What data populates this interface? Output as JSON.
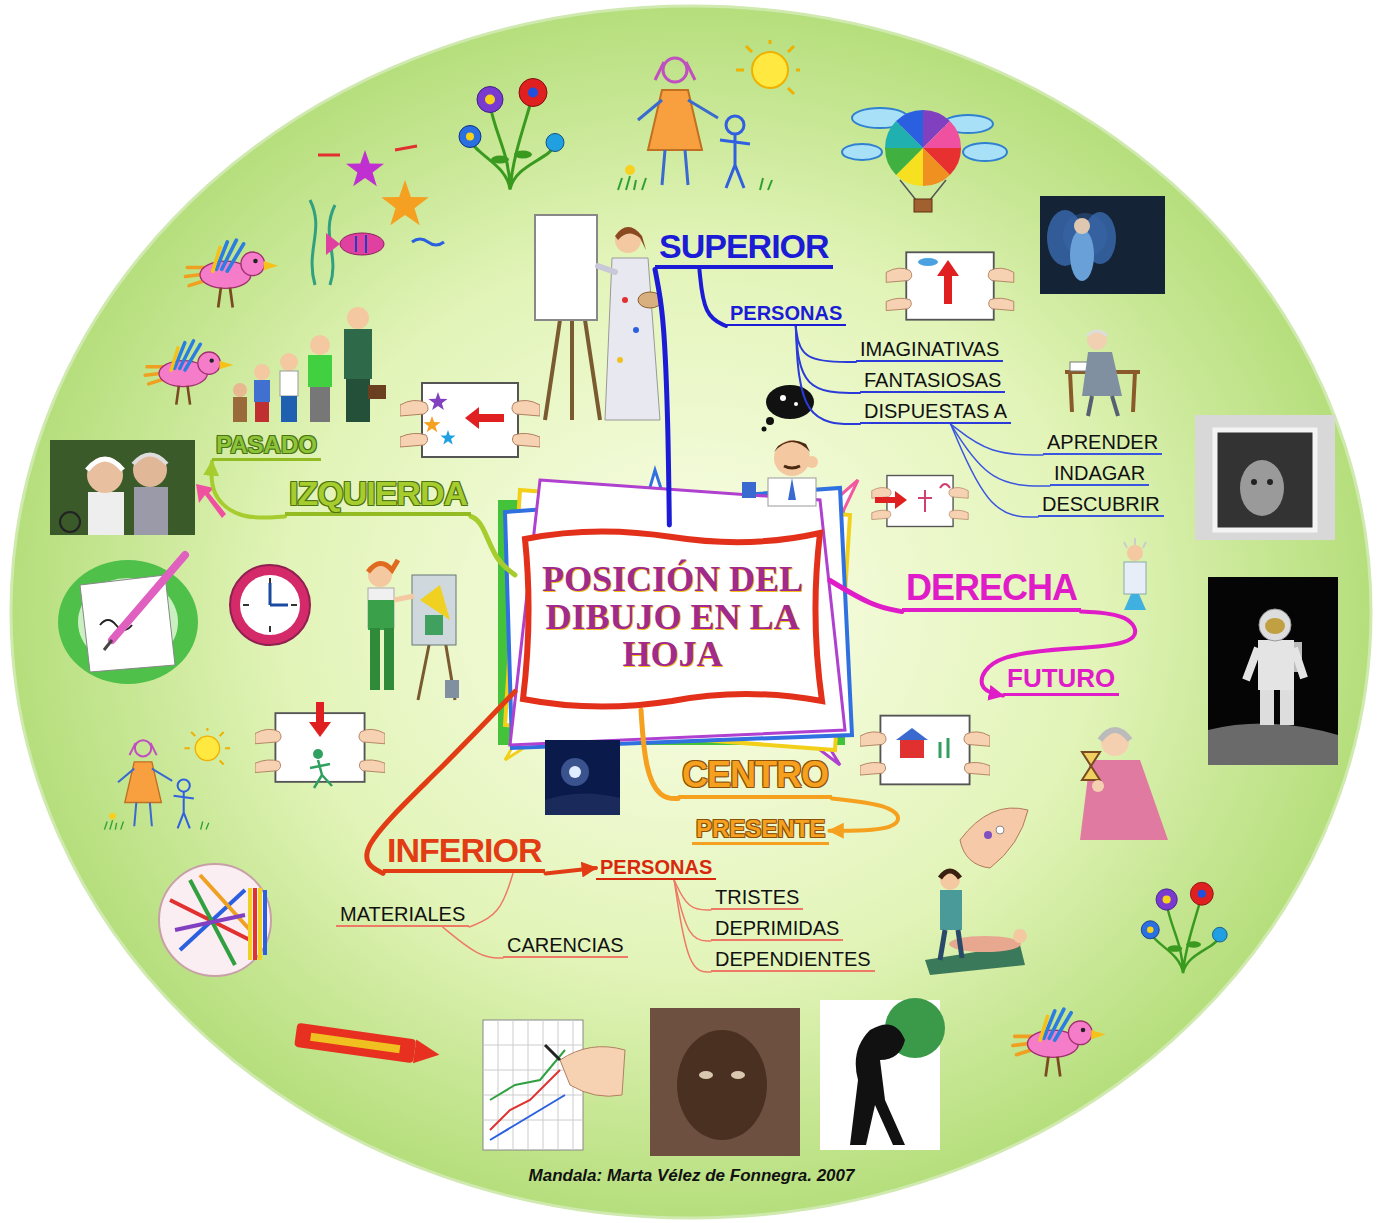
{
  "diagram": {
    "caption": "Mandala: Marta Vélez de Fonnegra. 2007",
    "nodes": [
      {
        "text": [
          "POSICIÓN DEL DIBUJO EN LA HOJA"
        ]
      },
      {
        "text": [
          "SUPERIOR"
        ]
      },
      {
        "text": [
          "PERSONAS"
        ]
      },
      {
        "text": [
          "IMAGINATIVAS"
        ]
      },
      {
        "text": [
          "FANTASIOSAS"
        ]
      },
      {
        "text": [
          "DISPUESTAS A"
        ]
      },
      {
        "text": [
          "APRENDER"
        ]
      },
      {
        "text": [
          "INDAGAR"
        ]
      },
      {
        "text": [
          "DESCUBRIR"
        ]
      },
      {
        "text": [
          "IZQUIERDA"
        ]
      },
      {
        "text": [
          "PASADO"
        ]
      },
      {
        "text": [
          "DERECHA"
        ]
      },
      {
        "text": [
          "FUTURO"
        ]
      },
      {
        "text": [
          "CENTRO"
        ]
      },
      {
        "text": [
          "PRESENTE"
        ]
      },
      {
        "text": [
          "INFERIOR"
        ]
      },
      {
        "text": [
          "PERSONAS"
        ]
      },
      {
        "text": [
          "TRISTES"
        ]
      },
      {
        "text": [
          "DEPRIMIDAS"
        ]
      },
      {
        "text": [
          "DEPENDIENTES"
        ]
      },
      {
        "text": [
          "MATERIALES"
        ]
      },
      {
        "text": [
          "CARENCIAS"
        ]
      }
    ],
    "edges": [
      {
        "from": 0,
        "to": 1,
        "arrow": "none"
      },
      {
        "from": 1,
        "to": 2,
        "arrow": "none"
      },
      {
        "from": 2,
        "to": 3,
        "arrow": "none"
      },
      {
        "from": 2,
        "to": 4,
        "arrow": "none"
      },
      {
        "from": 2,
        "to": 5,
        "arrow": "none"
      },
      {
        "from": 5,
        "to": 6,
        "arrow": "none"
      },
      {
        "from": 5,
        "to": 7,
        "arrow": "none"
      },
      {
        "from": 5,
        "to": 8,
        "arrow": "none"
      },
      {
        "from": 0,
        "to": 9,
        "arrow": "none"
      },
      {
        "from": 9,
        "to": 10,
        "arrow": "to"
      },
      {
        "from": 0,
        "to": 11,
        "arrow": "none"
      },
      {
        "from": 11,
        "to": 12,
        "arrow": "to"
      },
      {
        "from": 0,
        "to": 13,
        "arrow": "none"
      },
      {
        "from": 13,
        "to": 14,
        "arrow": "to"
      },
      {
        "from": 0,
        "to": 15,
        "arrow": "none"
      },
      {
        "from": 15,
        "to": 16,
        "arrow": "to"
      },
      {
        "from": 16,
        "to": 17,
        "arrow": "none"
      },
      {
        "from": 16,
        "to": 18,
        "arrow": "none"
      },
      {
        "from": 16,
        "to": 19,
        "arrow": "none"
      },
      {
        "from": 15,
        "to": 20,
        "arrow": "none"
      },
      {
        "from": 20,
        "to": 21,
        "arrow": "none"
      }
    ]
  }
}
